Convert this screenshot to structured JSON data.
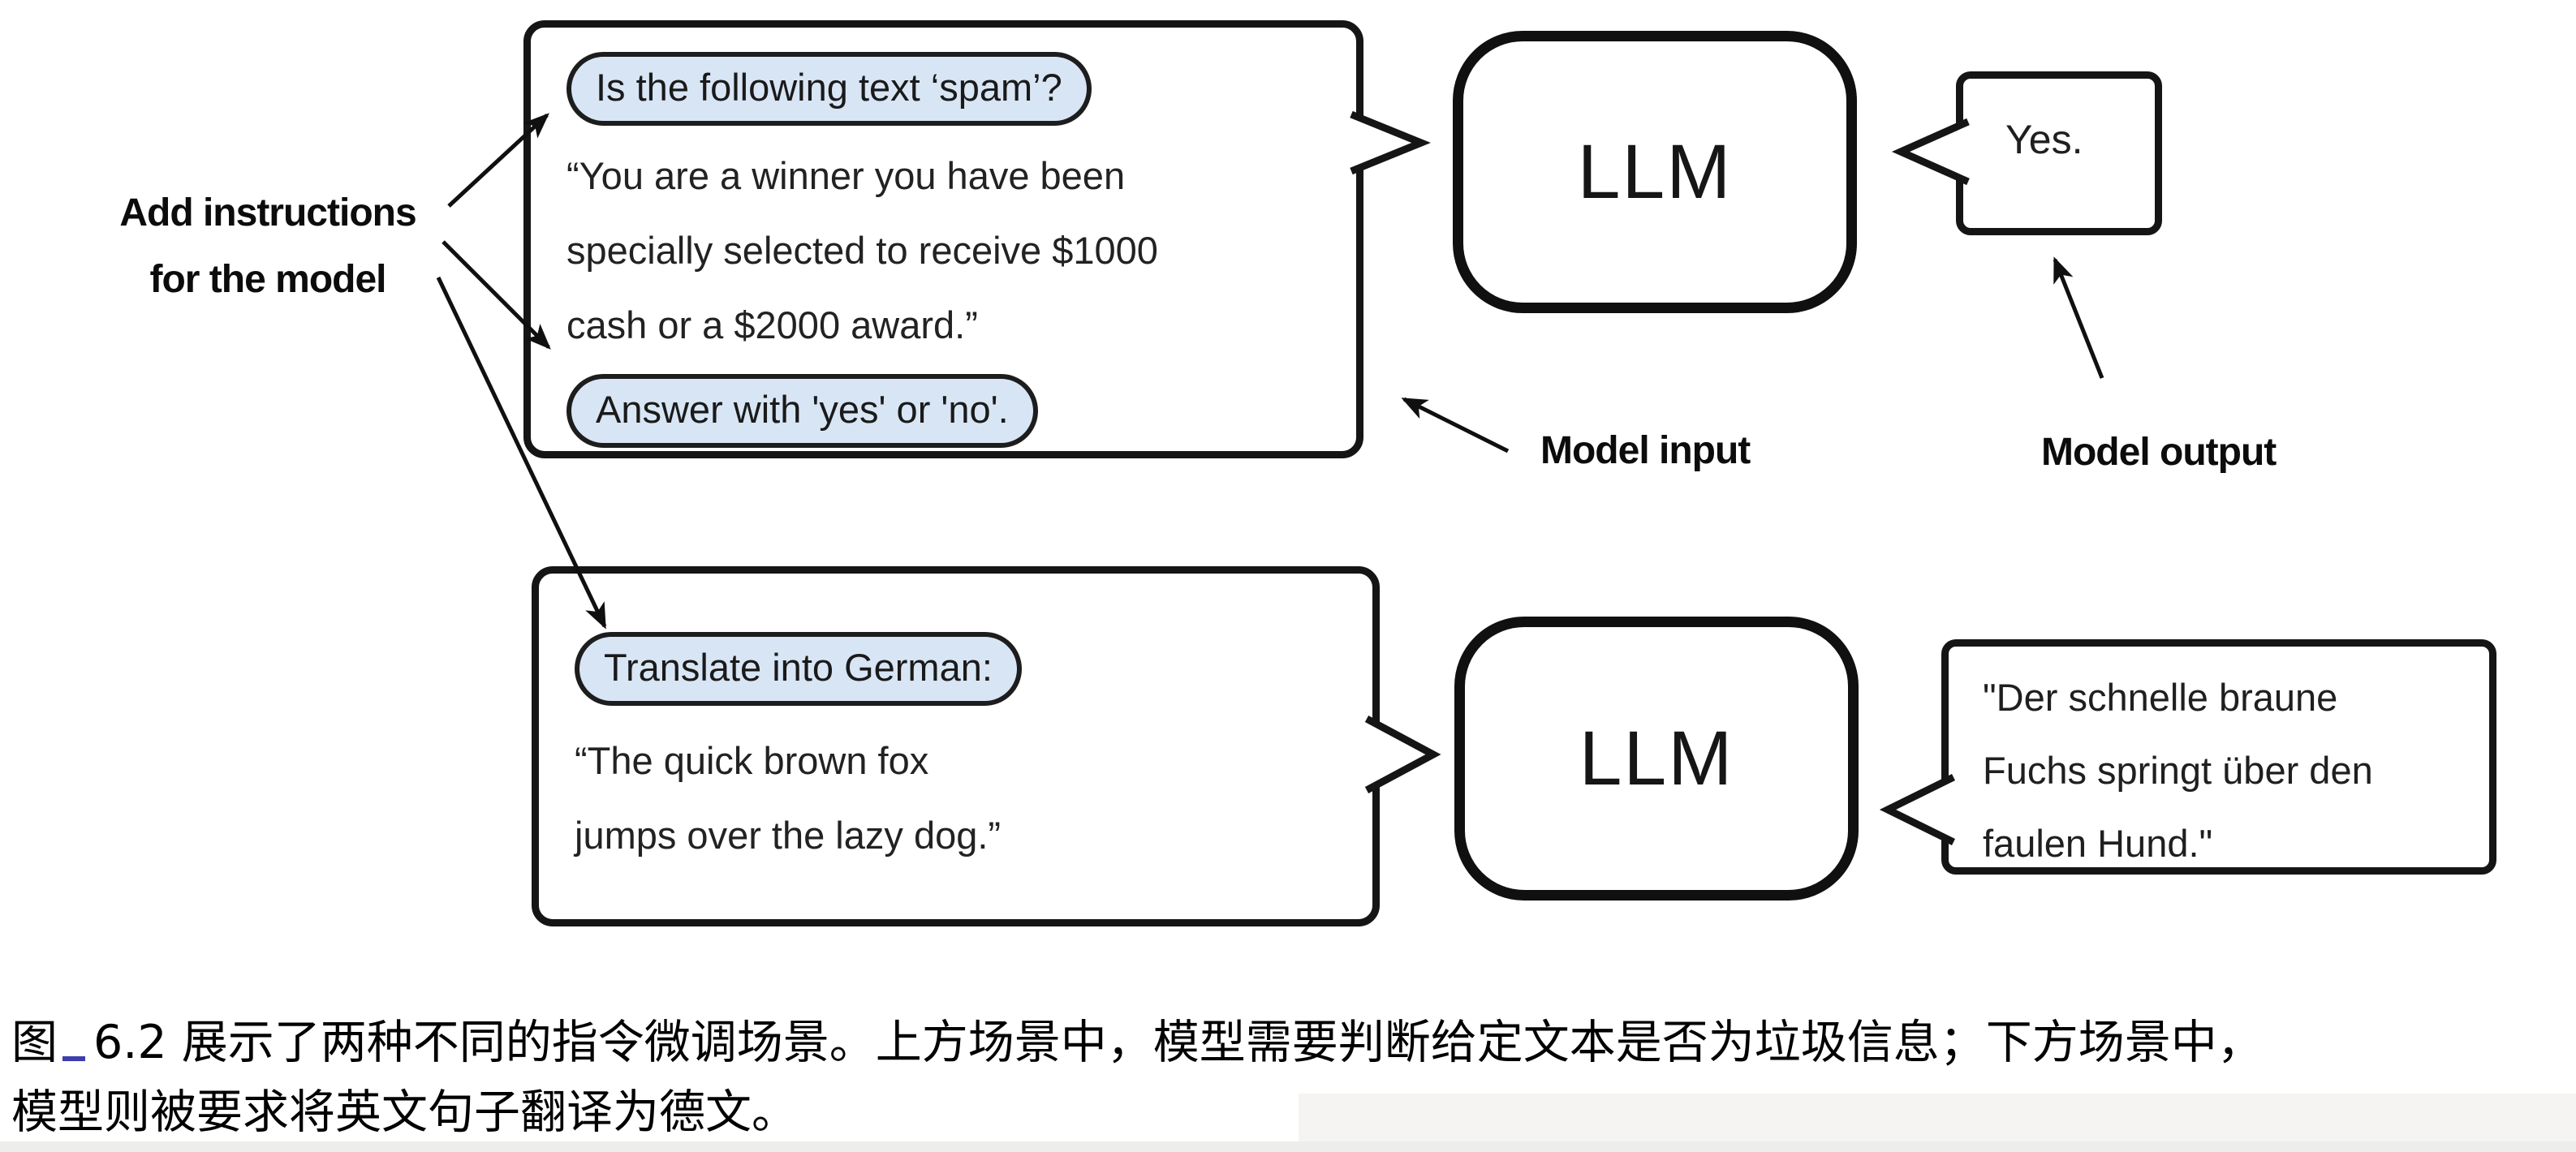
{
  "figure": {
    "annotation": {
      "line1": "Add instructions",
      "line2": "for the model"
    },
    "labels": {
      "model_input": "Model input",
      "model_output": "Model output"
    },
    "top_scenario": {
      "input": {
        "instruction_pill": "Is the following text ‘spam’?",
        "body_lines": [
          "“You are a winner you have been",
          "specially selected to receive $1000",
          "cash or a $2000 award.”"
        ],
        "answer_pill": "Answer with 'yes' or 'no'."
      },
      "model_label": "LLM",
      "output": "Yes."
    },
    "bottom_scenario": {
      "input": {
        "instruction_pill": "Translate into German:",
        "body_lines": [
          "“The quick brown fox",
          "jumps over the lazy dog.”"
        ]
      },
      "model_label": "LLM",
      "output_lines": [
        "\"Der schnelle braune",
        "Fuchs springt über den",
        "faulen Hund.\""
      ]
    },
    "colors": {
      "pill_bg": "#d8e5f5",
      "ink": "#151515"
    }
  },
  "caption": {
    "figure_ref": "图",
    "line1_rest": "6.2 展示了两种不同的指令微调场景。上方场景中，模型需要判断给定文本是否为垃圾信息；下方场景中，",
    "line2": "模型则被要求将英文句子翻译为德文。"
  }
}
